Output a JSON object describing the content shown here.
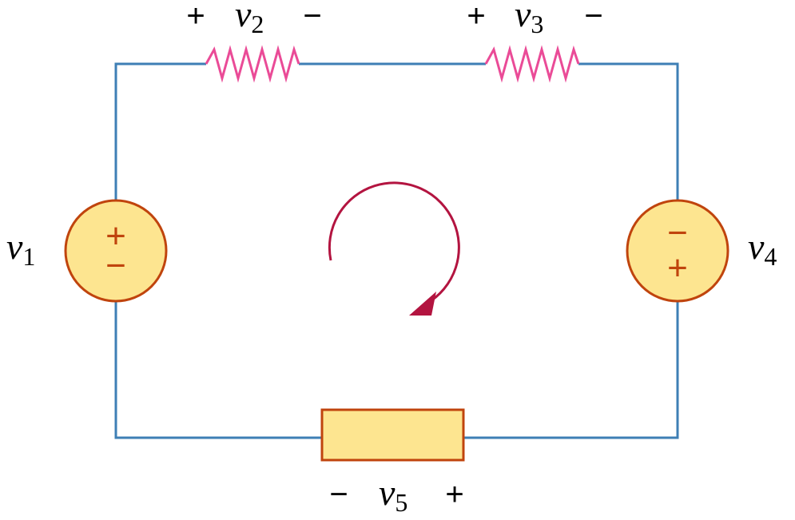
{
  "colors": {
    "wire": "#3e7fb5",
    "resistor": "#ea4b97",
    "source_fill": "#fde590",
    "source_stroke": "#c0440d",
    "loop_arrow": "#b31440",
    "text": "#000000"
  },
  "labels": {
    "v1": {
      "letter": "v",
      "sub": "1"
    },
    "v2": {
      "letter": "v",
      "sub": "2",
      "plus": "+",
      "minus": "−"
    },
    "v3": {
      "letter": "v",
      "sub": "3",
      "plus": "+",
      "minus": "−"
    },
    "v4": {
      "letter": "v",
      "sub": "4"
    },
    "v5": {
      "letter": "v",
      "sub": "5",
      "plus": "+",
      "minus": "−"
    }
  },
  "sources": {
    "left": {
      "top_sign": "+",
      "bottom_sign": "−"
    },
    "right": {
      "top_sign": "−",
      "bottom_sign": "+"
    }
  },
  "icons": {
    "loop": "clockwise-loop-arrow-icon"
  }
}
